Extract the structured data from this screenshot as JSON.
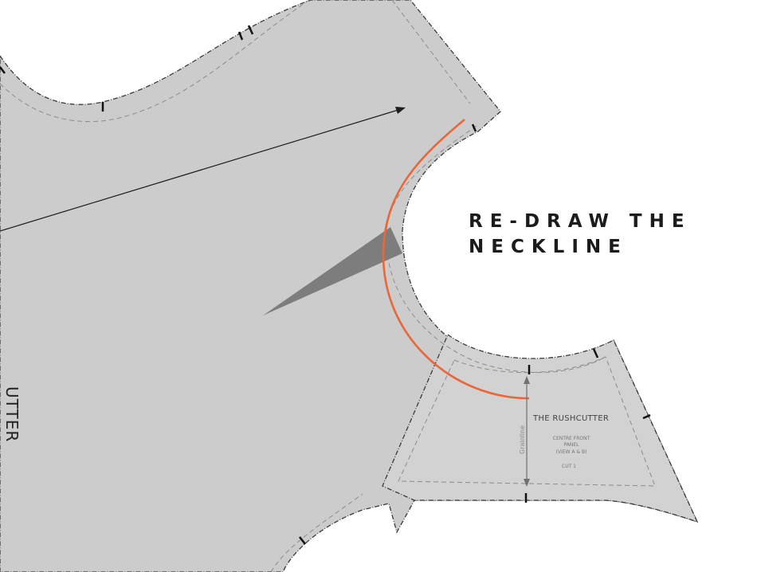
{
  "heading": {
    "line1": "RE-DRAW THE",
    "line2": "NECKLINE"
  },
  "pattern_label": {
    "title": "THE RUSHCUTTER",
    "piece_line1": "CENTRE FRONT",
    "piece_line2": "PANEL",
    "piece_line3": "(VIEW A & B)",
    "cut": "CUT 1",
    "grainline": "Grainline"
  },
  "side_text": "UTTER",
  "colors": {
    "piece_fill": "#cccccc",
    "label_piece_fill": "#d2d2d2",
    "dart_fill": "#7d7d7d",
    "redraw_line": "#e9683a",
    "outline": "#3a3a3a",
    "seam_dash": "#8c8c8c"
  }
}
